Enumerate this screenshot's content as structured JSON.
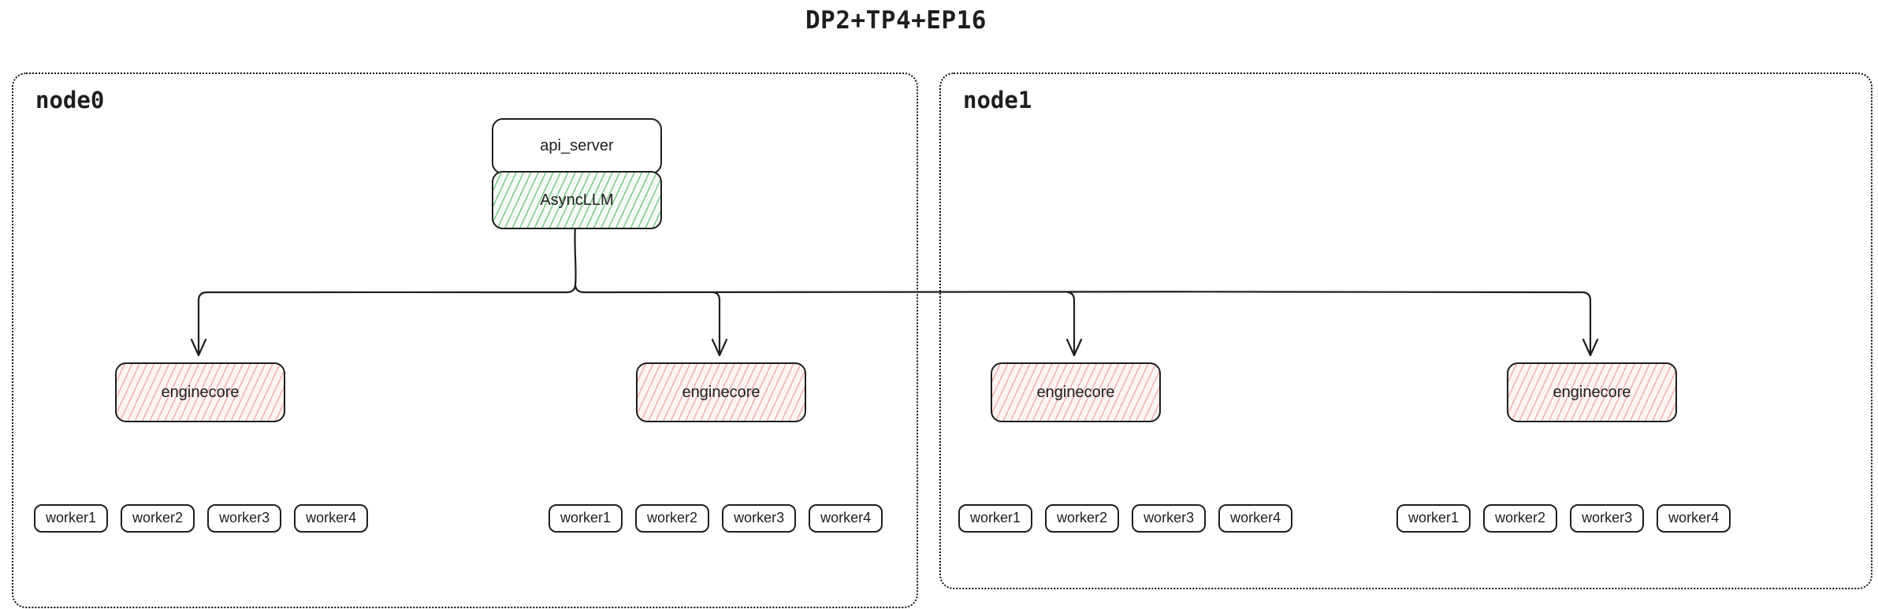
{
  "title": "DP2+TP4+EP16",
  "nodes": [
    {
      "label": "node0",
      "stack": {
        "api_server": "api_server",
        "async_llm": "AsyncLLM"
      },
      "enginecores": [
        {
          "label": "enginecore",
          "workers": [
            "worker1",
            "worker2",
            "worker3",
            "worker4"
          ]
        },
        {
          "label": "enginecore",
          "workers": [
            "worker1",
            "worker2",
            "worker3",
            "worker4"
          ]
        }
      ]
    },
    {
      "label": "node1",
      "enginecores": [
        {
          "label": "enginecore",
          "workers": [
            "worker1",
            "worker2",
            "worker3",
            "worker4"
          ]
        },
        {
          "label": "enginecore",
          "workers": [
            "worker1",
            "worker2",
            "worker3",
            "worker4"
          ]
        }
      ]
    }
  ],
  "colors": {
    "stroke": "#1e1e1e",
    "async_llm_fill": "#f4fbf5",
    "async_llm_hatch": "#7bc98c",
    "enginecore_fill": "#fdf5f4",
    "enginecore_hatch": "#f3b0ae"
  }
}
